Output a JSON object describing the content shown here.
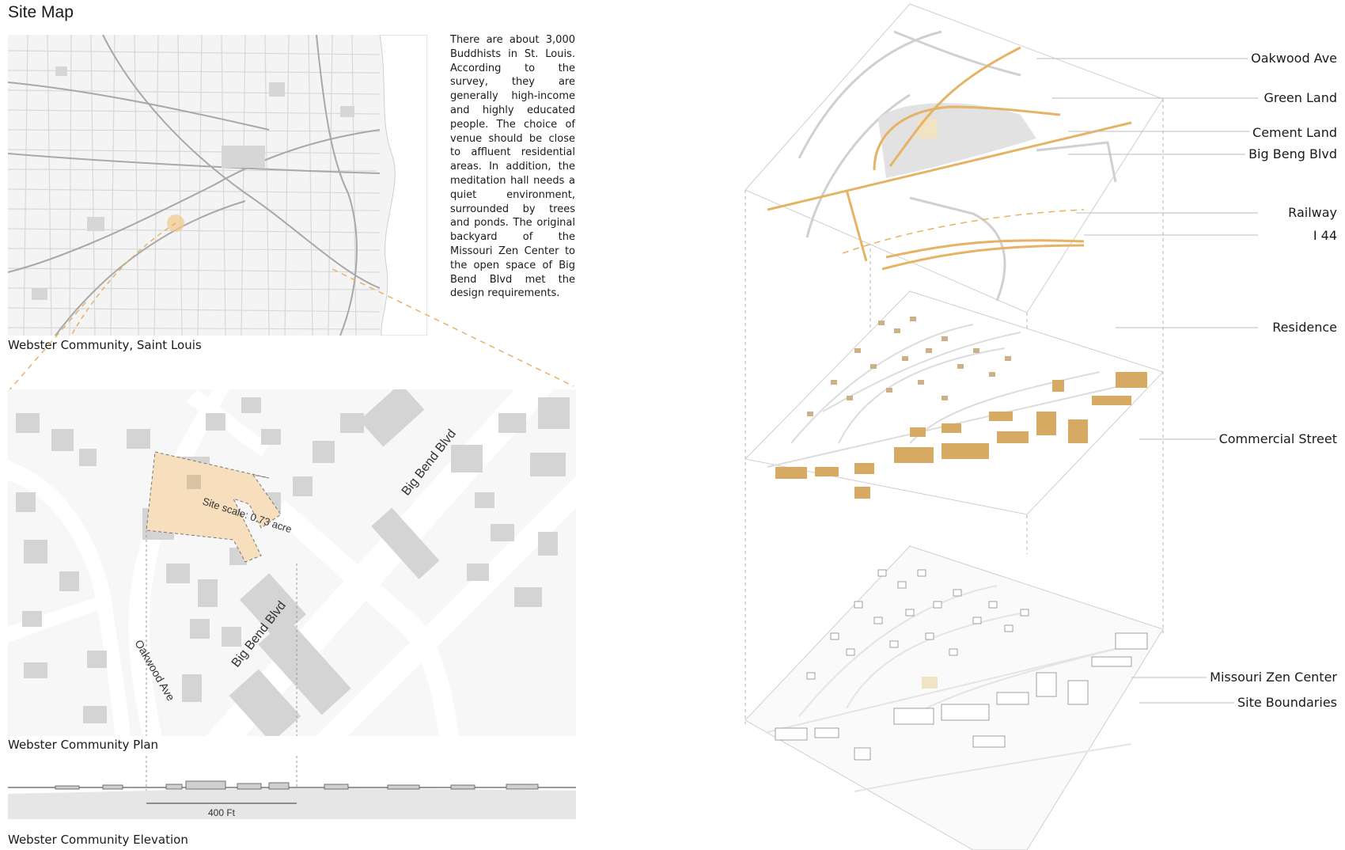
{
  "page": {
    "title": "Site Map"
  },
  "description": "There are about 3,000 Buddhists in St. Louis. According to the survey, they are generally high-income and highly educated people. The choice of venue should be close to affluent residential areas. In addition, the meditation hall needs a quiet environment, surrounded by trees and ponds. The original backyard of the Missouri Zen Center to the open space of Big Bend Blvd met the design requirements.",
  "captions": {
    "city_map": "Webster Community, Saint Louis",
    "plan": "Webster Community Plan",
    "elevation": "Webster Community Elevation"
  },
  "plan_labels": {
    "site_scale": "Site scale: 0.73 acre",
    "big_bend_upper": "Big Bend Blvd",
    "big_bend_lower": "Big Bend Blvd",
    "oakwood": "Oakwood Ave"
  },
  "elevation": {
    "scale_label": "400 Ft"
  },
  "layers": {
    "labels": [
      "Oakwood Ave",
      "Green Land",
      "Cement Land",
      "Big Beng Blvd",
      "Railway",
      "I 44",
      "Residence",
      "Commercial Street",
      "Missouri Zen Center",
      "Site Boundaries"
    ]
  },
  "colors": {
    "accent": "#e6b366",
    "site_fill": "#f7dfbd",
    "building_gray": "#d4d4d4",
    "road_gray": "#e8e8e8",
    "line_gray": "#9a9a9a"
  }
}
